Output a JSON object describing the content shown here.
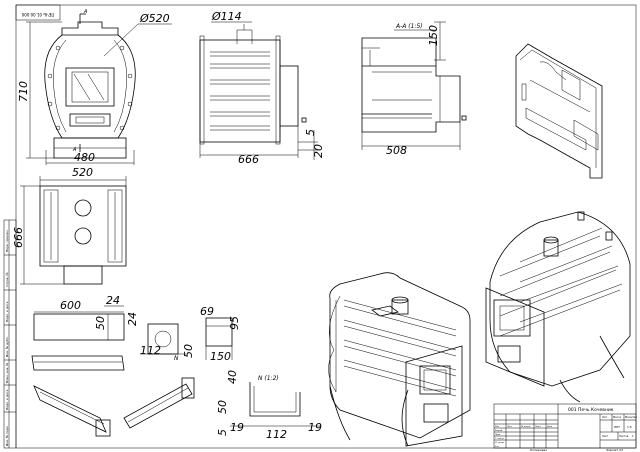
{
  "sheet": {
    "corner_stamp": "ПЕЧЬ 01.00.000",
    "bottom_left_copy": "Копировал",
    "bottom_right_format": "Формат A3"
  },
  "front_view": {
    "diameter": "Ø520",
    "height": "710",
    "width": "480",
    "section_mark_top": "A",
    "section_mark_bottom": "A"
  },
  "side_view": {
    "pipe_diameter": "Ø114",
    "length": "666",
    "leg_height": "20",
    "small_dim": "5"
  },
  "section_view": {
    "title": "A-A (1:5)",
    "dim_150": "150",
    "dim_508": "508"
  },
  "top_view": {
    "width": "520",
    "length": "666"
  },
  "parts": {
    "p1_len": "600",
    "p1_w": "24",
    "p1_h": "50",
    "p1_h2": "24",
    "p2_a": "112",
    "p2_b": "50",
    "p2_mark": "N",
    "p3_a": "69",
    "p3_b": "95",
    "p3_c": "150",
    "detail_title": "N (1:2)",
    "d_40": "40",
    "d_50": "50",
    "d_5": "5",
    "d_19a": "19",
    "d_112": "112",
    "d_19b": "19"
  },
  "title_block": {
    "name": "001 Печь Кочевник",
    "col_lit": "Лит.",
    "col_mass": "Масса",
    "col_scale": "Масштаб",
    "scale": "1:5",
    "mass": "НЕТ",
    "sheet_label": "Лист",
    "sheets_label": "Листов",
    "sheets_count": "1",
    "rows": [
      "Изм.",
      "Лист",
      "№ докум.",
      "Подп.",
      "Дата"
    ],
    "roles": [
      "Разраб.",
      "Пров.",
      "Т. контр.",
      "Н. контр.",
      "Утв."
    ]
  },
  "left_strip": [
    "Перв. примен.",
    "Справ. №",
    "Подп. и дата",
    "Инв. № дубл.",
    "Взам. инв. №",
    "Подп. и дата",
    "Инв. № подл."
  ]
}
